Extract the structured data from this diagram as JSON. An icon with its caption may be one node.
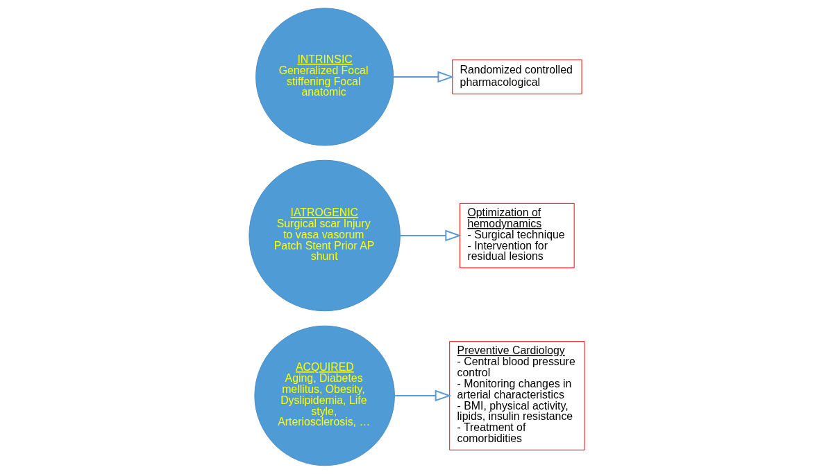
{
  "diagram": {
    "nodes": [
      {
        "text": [
          "INTRINSIC",
          "Generalized Focal stiffening Focal anatomic"
        ]
      },
      {
        "text": [
          "Randomized controlled pharmacological"
        ]
      },
      {
        "text": [
          "IATROGENIC",
          "Surgical scar Injury to vasa vasorum Patch Stent Prior AP shunt"
        ]
      },
      {
        "text": [
          "ACQUIRED",
          "Aging, Diabetes mellitus, Obesity, Dyslipidemia, Life style, Arteriosclerosis, …"
        ]
      },
      {
        "text": [
          "Optimization of hemodynamics",
          "- Surgical technique",
          "- Intervention for residual lesions"
        ]
      },
      {
        "text": [
          "Preventive Cardiology",
          "- Central blood pressure control",
          "- Monitoring changes in arterial characteristics",
          "- BMI, physical activity, lipids, insulin resistance",
          "- Treatment of comorbidities"
        ]
      }
    ],
    "edges": [
      {
        "from": 0,
        "to": 1,
        "arrow": "to"
      },
      {
        "from": 2,
        "to": 4,
        "arrow": "to"
      },
      {
        "from": 3,
        "to": 5,
        "arrow": "to"
      }
    ]
  }
}
